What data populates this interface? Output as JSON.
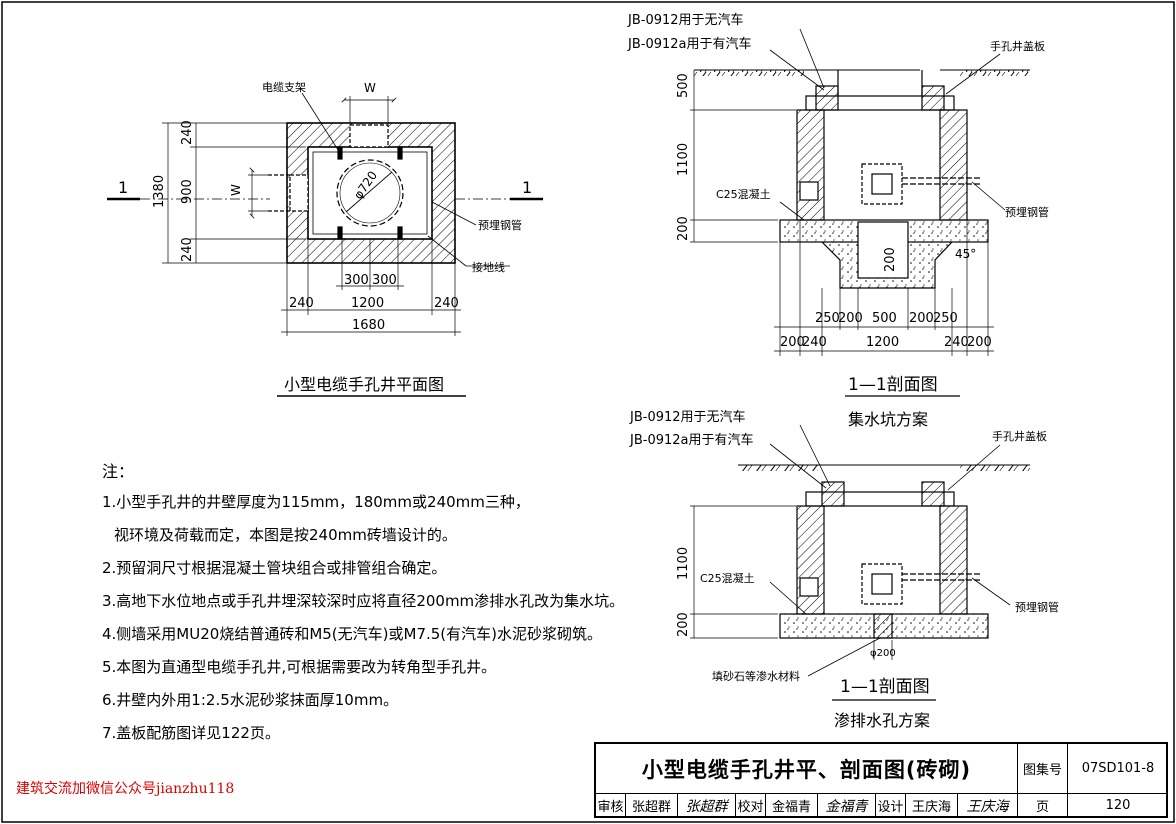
{
  "plan": {
    "title": "小型电缆手孔井平面图",
    "label_bracket": "电缆支架",
    "label_pipe": "预埋钢管",
    "label_ground": "接地线",
    "dim_w_top": "W",
    "dim_w_left": "W",
    "diameter": "φ720",
    "dim_left": [
      "1380",
      "240",
      "900",
      "240"
    ],
    "dim_inner": [
      "300",
      "300"
    ],
    "dim_bottom1": [
      "240",
      "1200",
      "240"
    ],
    "dim_bottom2": "1680",
    "section_mark": "1"
  },
  "section_a": {
    "label_jb1": "JB-0912用于无汽车",
    "label_jb2": "JB-0912a用于有汽车",
    "label_cover": "手孔井盖板",
    "label_concrete": "C25混凝土",
    "label_pipe": "预埋钢管",
    "dim_left": [
      "500",
      "1100",
      "200"
    ],
    "dim_pit": "200",
    "angle": "45°",
    "dim_row1": [
      "250",
      "200",
      "500",
      "200",
      "250"
    ],
    "dim_row2": [
      "200",
      "240",
      "1200",
      "240",
      "200"
    ],
    "title": "1—1剖面图",
    "subtitle": "集水坑方案"
  },
  "section_b": {
    "label_jb1": "JB-0912用于无汽车",
    "label_jb2": "JB-0912a用于有汽车",
    "label_cover": "手孔井盖板",
    "label_concrete": "C25混凝土",
    "label_pipe": "预埋钢管",
    "label_fill": "填砂石等渗水材料",
    "dim_left": [
      "1100",
      "200"
    ],
    "dim_hole": "φ200",
    "title": "1—1剖面图",
    "subtitle": "渗排水孔方案"
  },
  "notes": {
    "title": "注：",
    "items": [
      "1.小型手孔井的井壁厚度为115mm，180mm或240mm三种，",
      "视环境及荷载而定，本图是按240mm砖墙设计的。",
      "2.预留洞尺寸根据混凝土管块组合或排管组合确定。",
      "3.高地下水位地点或手孔井埋深较深时应将直径200mm渗排水孔改为集水坑。",
      "4.侧墙采用MU20烧结普通砖和M5(无汽车)或M7.5(有汽车)水泥砂浆砌筑。",
      "5.本图为直通型电缆手孔井,可根据需要改为转角型手孔井。",
      "6.井壁内外用1:2.5水泥砂浆抹面厚10mm。",
      "7.盖板配筋图详见122页。"
    ]
  },
  "title_block": {
    "main_title": "小型电缆手孔井平、剖面图(砖砌)",
    "atlas_label": "图集号",
    "atlas_no": "07SD101-8",
    "review_label": "审核",
    "review_name": "张超群",
    "check_label": "校对",
    "check_name": "金福青",
    "design_label": "设计",
    "design_name": "王庆海",
    "page_label": "页",
    "page_no": "120",
    "sig1": "张超群",
    "sig2": "金福青",
    "sig3": "王庆海"
  },
  "watermark": "建筑交流加微信公众号jianzhu118"
}
